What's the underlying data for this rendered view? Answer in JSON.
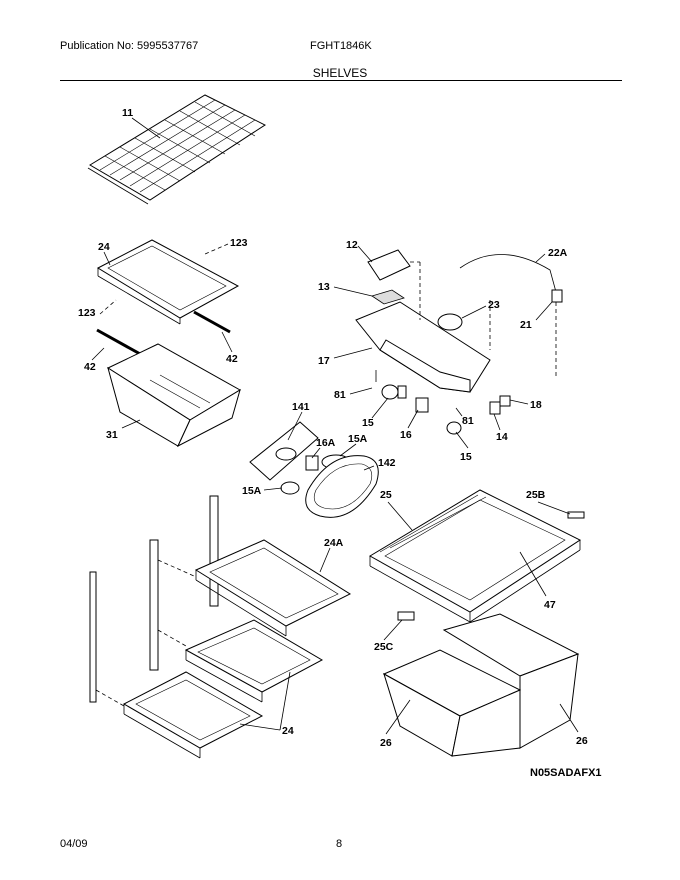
{
  "header": {
    "publication": "Publication No: 5995537767",
    "model": "FGHT1846K",
    "section": "SHELVES"
  },
  "footer": {
    "date": "04/09",
    "page": "8"
  },
  "diagram": {
    "code": "N05SADAFX1",
    "callouts": [
      "11",
      "24",
      "123",
      "123",
      "42",
      "42",
      "31",
      "12",
      "22A",
      "13",
      "23",
      "21",
      "17",
      "81",
      "18",
      "141",
      "16A",
      "15A",
      "15",
      "16",
      "81",
      "14",
      "15",
      "142",
      "15A",
      "25",
      "25B",
      "24A",
      "47",
      "25C",
      "24",
      "26",
      "26"
    ]
  }
}
